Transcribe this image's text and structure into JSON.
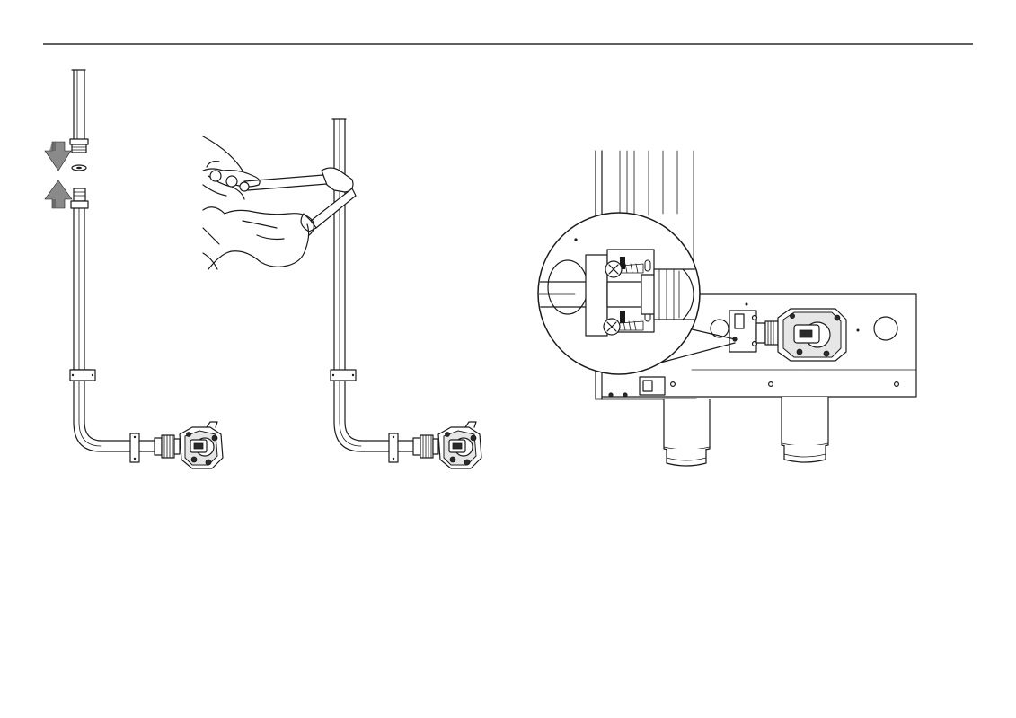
{
  "figure": {
    "panels": [
      {
        "id": "step-1",
        "icons": [
          "arrow-down-icon",
          "arrow-up-icon",
          "sealing-washer-icon",
          "gas-valve-icon",
          "pipe-bracket-icon"
        ]
      },
      {
        "id": "step-2",
        "icons": [
          "wrench-icon",
          "hand-icon",
          "gas-valve-icon",
          "pipe-bracket-icon"
        ]
      },
      {
        "id": "step-3",
        "icons": [
          "boiler-unit-icon",
          "magnifier-circle-icon",
          "screw-icon",
          "gas-valve-icon"
        ]
      }
    ],
    "colors": {
      "line": "#1a1a1a",
      "fill": "#ffffff",
      "shade": "#8a8a8a",
      "rule": "#000000"
    }
  }
}
